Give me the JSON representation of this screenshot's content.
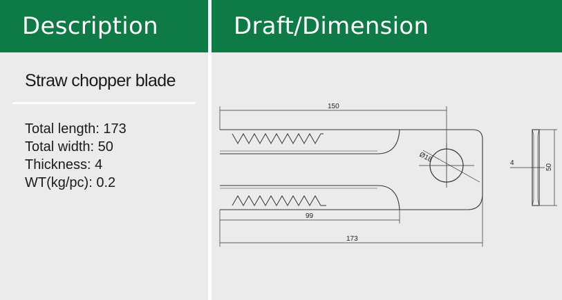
{
  "headers": {
    "description": "Description",
    "draft": "Draft/Dimension"
  },
  "product": {
    "name": "Straw chopper blade"
  },
  "specs": [
    {
      "label": "Total length",
      "value": "173"
    },
    {
      "label": "Total width",
      "value": "50"
    },
    {
      "label": "Thickness",
      "value": "4"
    },
    {
      "label": "WT(kg/pc)",
      "value": "0.2"
    }
  ],
  "drawing": {
    "dim_150": "150",
    "dim_99": "99",
    "dim_173": "173",
    "dim_hole": "Ø18",
    "dim_thickness": "4",
    "dim_width": "50"
  },
  "colors": {
    "header_bg": "#0e7a45",
    "panel_bg": "#ebebeb"
  }
}
